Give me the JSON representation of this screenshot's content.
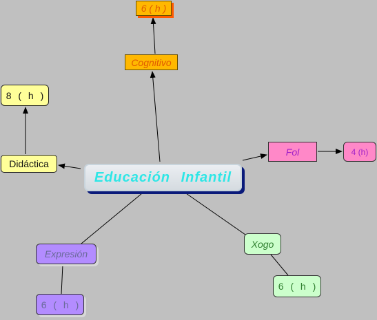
{
  "nodes": {
    "central": "Educación  Infantil",
    "cognitivo": "Cognitivo",
    "cognitivo_hours": "6 ( h )",
    "didactica": "Didáctica",
    "didactica_hours": "8  ( h )",
    "fol": "Fol",
    "fol_hours": "4 (h)",
    "expresion": "Expresión",
    "expresion_hours": "6  ( h )",
    "xogo": "Xogo",
    "xogo_hours": "6  ( h )"
  },
  "colors": {
    "background": "#c0c0c0",
    "connector": "#000000",
    "central_text": "#2ee6e6",
    "central_shadow": "#0a1a7a",
    "cognitivo_fill": "#ffb800",
    "cognitivo_shadow": "#ff5a00",
    "didactica_fill": "#ffff99",
    "fol_fill": "#ff88c8",
    "expresion_fill": "#b38cff",
    "xogo_fill": "#ccffcc"
  }
}
